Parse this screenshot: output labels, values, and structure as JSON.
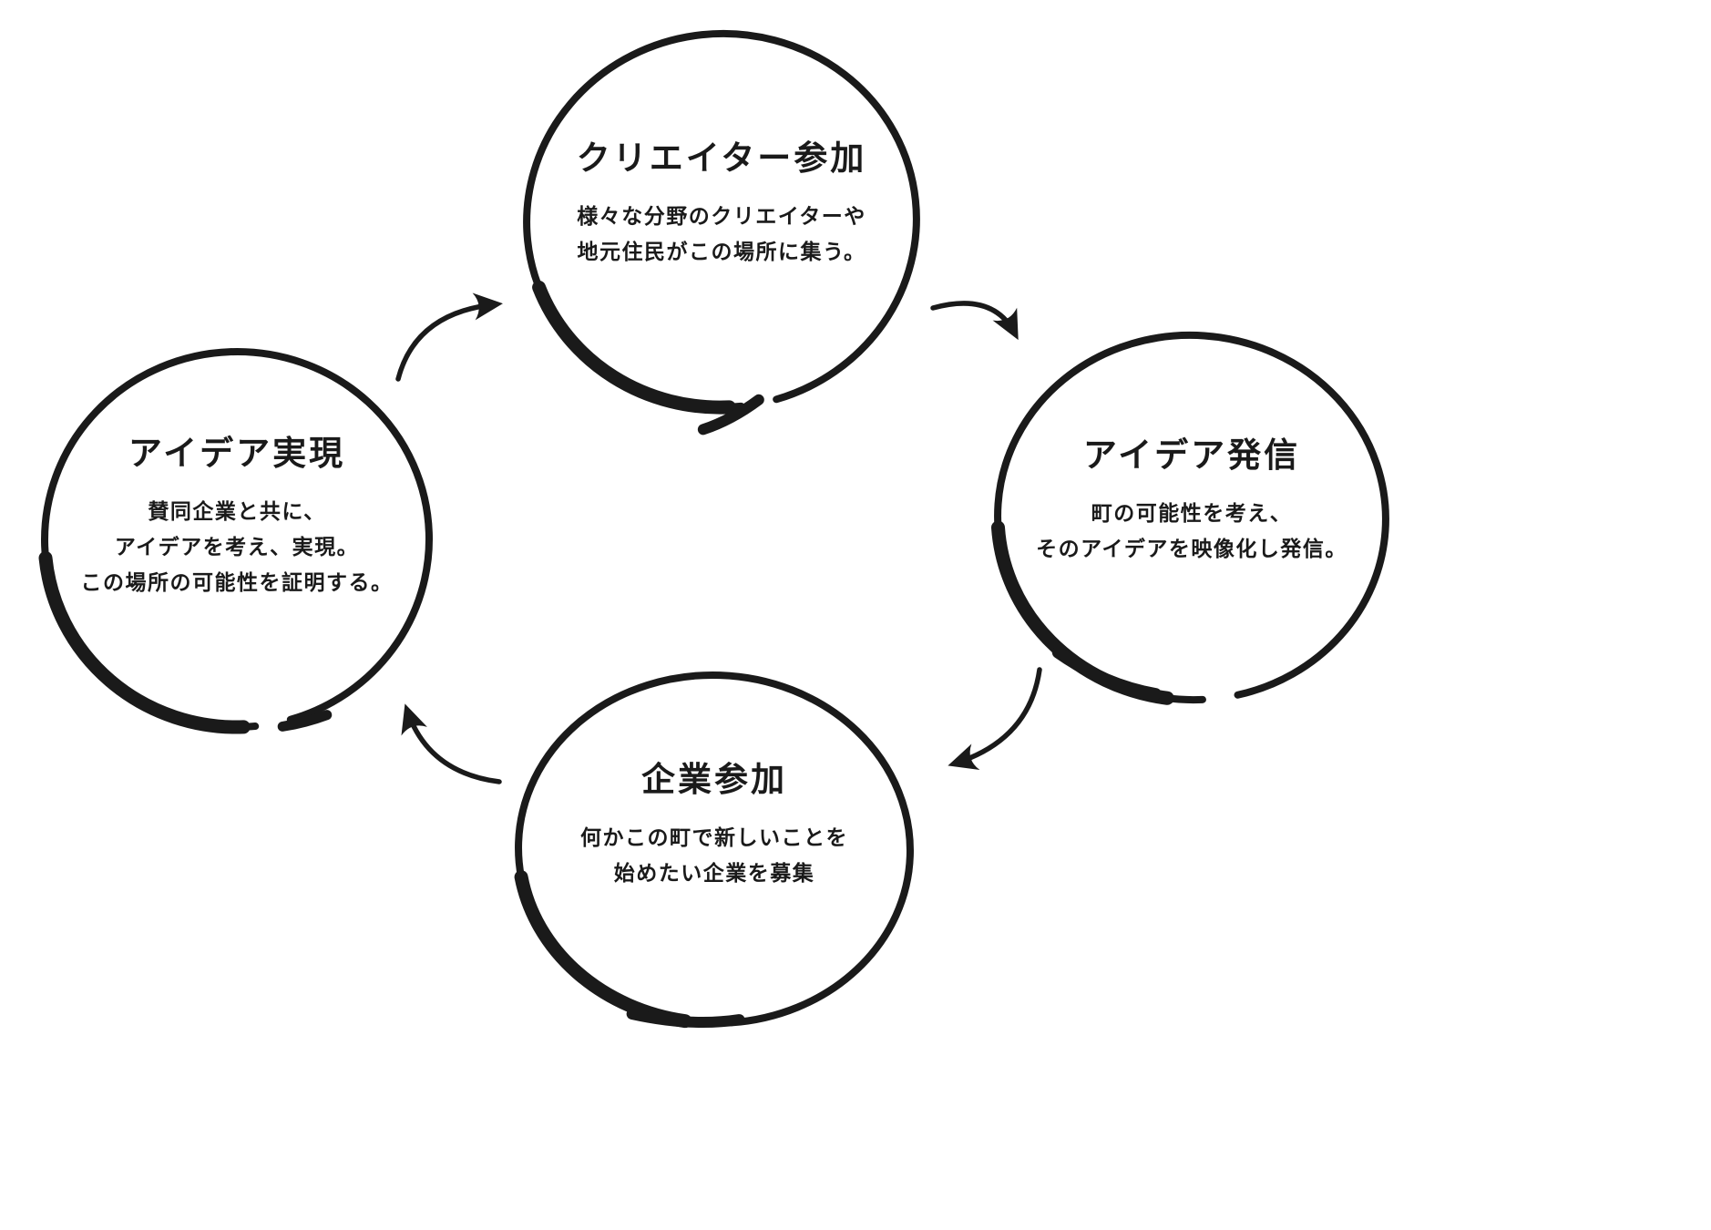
{
  "diagram": {
    "title": "creator-company-idea-cycle",
    "colors": {
      "ink": "#1a1a1a",
      "background": "#ffffff"
    },
    "nodes": {
      "creator": {
        "title": "クリエイター参加",
        "desc": [
          "様々な分野のクリエイターや",
          "地元住民がこの場所に集う。"
        ]
      },
      "idea_out": {
        "title": "アイデア発信",
        "desc": [
          "町の可能性を考え、",
          "そのアイデアを映像化し発信。"
        ]
      },
      "company": {
        "title": "企業参加",
        "desc": [
          "何かこの町で新しいことを",
          "始めたい企業を募集"
        ]
      },
      "idea_real": {
        "title": "アイデア実現",
        "desc": [
          "賛同企業と共に、",
          "アイデアを考え、実現。",
          "この場所の可能性を証明する。"
        ]
      }
    },
    "flow": [
      "creator -> idea_out",
      "idea_out -> company",
      "company -> idea_real",
      "idea_real -> creator"
    ]
  }
}
